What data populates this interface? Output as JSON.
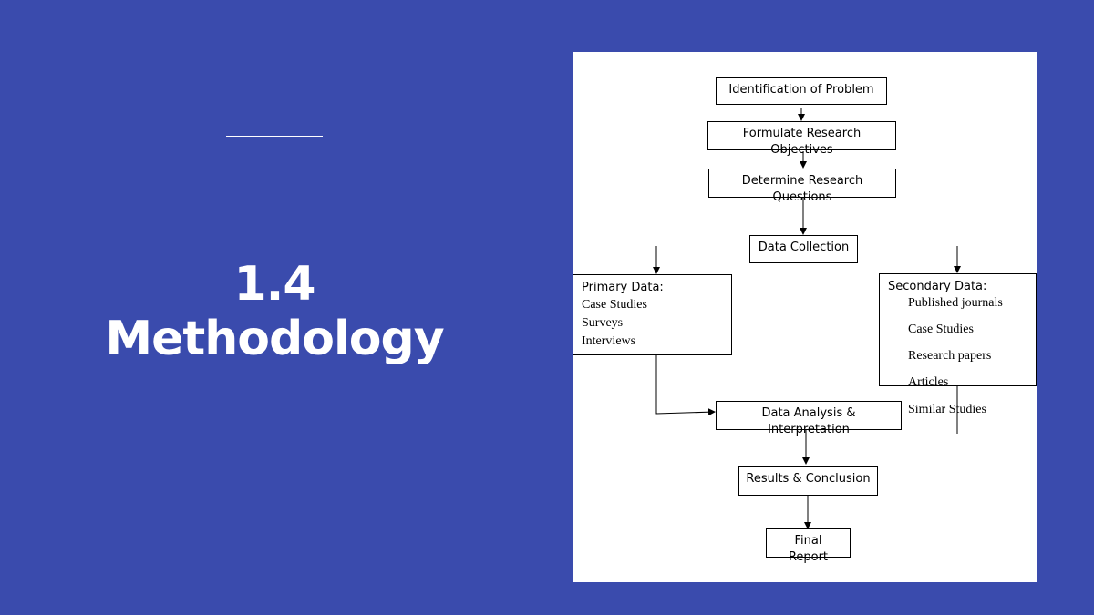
{
  "slide": {
    "title_line1": "1.4",
    "title_line2": "Methodology",
    "background_color": "#3a4bad"
  },
  "flowchart": {
    "identification": "Identification of Problem",
    "objectives_line1": "Formulate Research",
    "objectives_line2": "Objectives",
    "questions_line1": "Determine Research",
    "questions_line2": "Questions",
    "data_collection": "Data Collection",
    "primary": {
      "heading": "Primary Data:",
      "items": [
        "Case Studies",
        "Surveys",
        "Interviews"
      ]
    },
    "secondary": {
      "heading": "Secondary Data:",
      "items": [
        "Published journals",
        "Case Studies",
        "Research papers",
        "Articles",
        "Similar Studies"
      ]
    },
    "analysis_line1": "Data Analysis &",
    "analysis_line2": "Interpretation",
    "results": "Results & Conclusion",
    "final_line1": "Final",
    "final_line2": "Report"
  }
}
